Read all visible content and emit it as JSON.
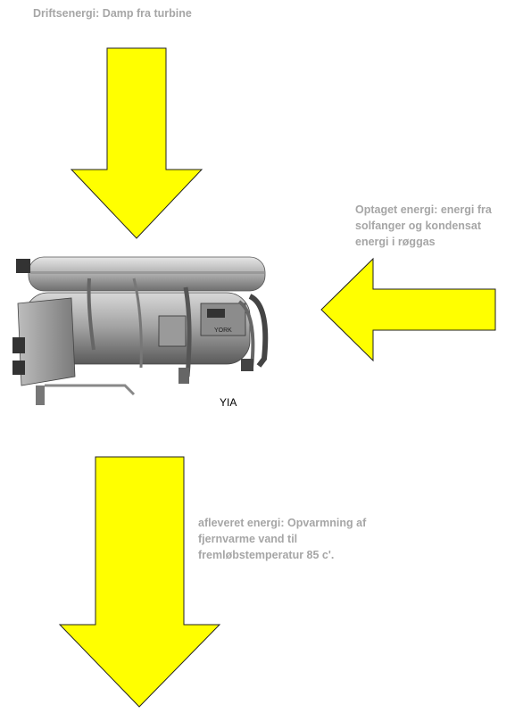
{
  "labels": {
    "input_energy": "Driftsenergi: Damp fra turbine",
    "absorbed_energy": [
      "Optaget energi: energi fra",
      "solfanger og kondensat",
      "energi i røggas"
    ],
    "delivered_energy": [
      "afleveret energi: Opvarmning af",
      "fjernvarme vand til",
      "fremløbstemperatur 85 c'."
    ],
    "machine": "YIA"
  },
  "colors": {
    "arrow_fill": "#ffff00",
    "arrow_stroke": "#222222",
    "label_text": "#a6a6a6"
  },
  "icons": {
    "machine": "absorption-chiller-image"
  }
}
